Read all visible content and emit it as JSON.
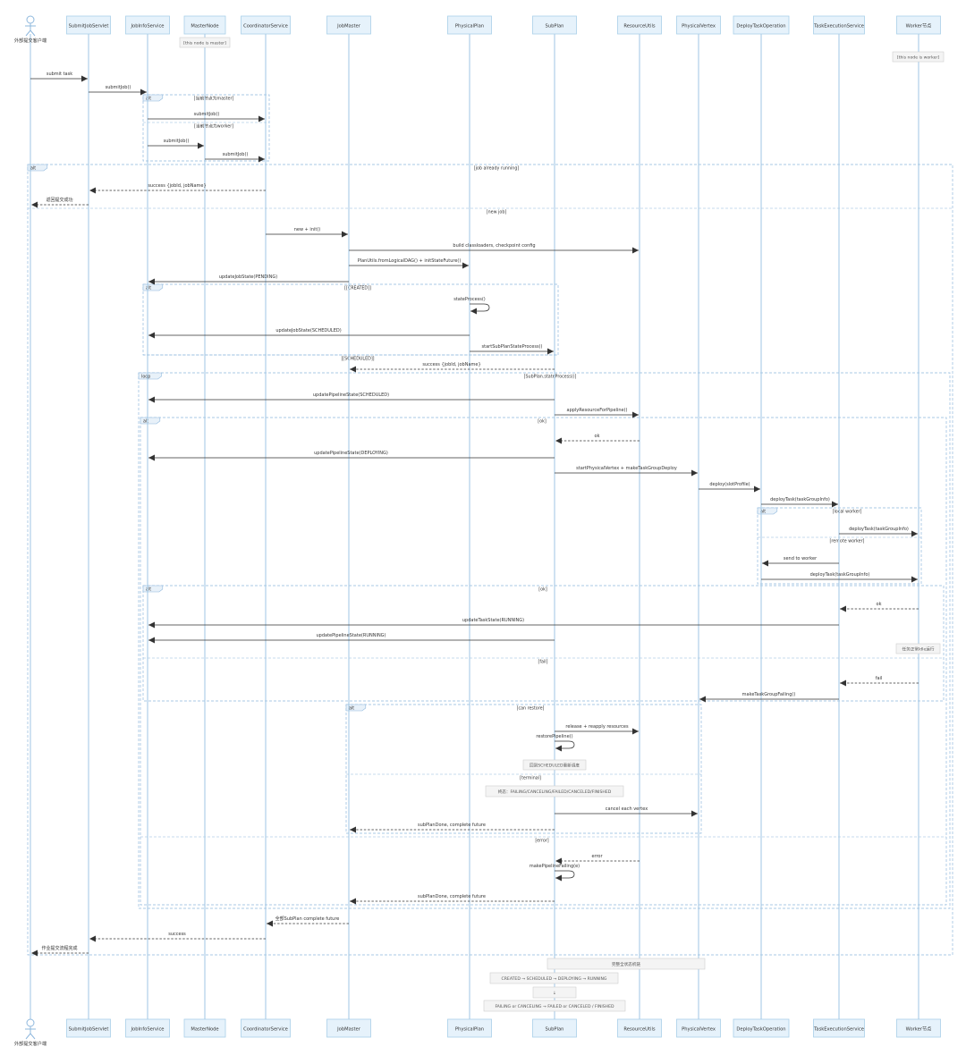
{
  "participants": [
    {
      "id": "client",
      "label": "外部提交客户端",
      "kind": "actor"
    },
    {
      "id": "servlet",
      "label": "SubmitJobServlet",
      "kind": "box"
    },
    {
      "id": "jobinfo",
      "label": "JobInfoService",
      "kind": "box"
    },
    {
      "id": "master",
      "label": "MasterNode",
      "kind": "box"
    },
    {
      "id": "coord",
      "label": "CoordinatorService",
      "kind": "box"
    },
    {
      "id": "jobmaster",
      "label": "JobMaster",
      "kind": "box"
    },
    {
      "id": "phys",
      "label": "PhysicalPlan",
      "kind": "box"
    },
    {
      "id": "subplan",
      "label": "SubPlan",
      "kind": "box"
    },
    {
      "id": "res",
      "label": "ResourceUtils",
      "kind": "box"
    },
    {
      "id": "vertex",
      "label": "PhysicalVertex",
      "kind": "box"
    },
    {
      "id": "deploy",
      "label": "DeployTaskOperation",
      "kind": "box"
    },
    {
      "id": "tes",
      "label": "TaskExecutionService",
      "kind": "box"
    },
    {
      "id": "worker",
      "label": "Worker节点",
      "kind": "box"
    }
  ],
  "notes": [
    {
      "id": "n_master",
      "text": "[this node is master]"
    },
    {
      "id": "n_worker",
      "text": "[this node is worker]"
    },
    {
      "id": "n_restore",
      "text": "回到SCHEDULED重新调度"
    },
    {
      "id": "n_terminal",
      "text": "终态：FAILING/CANCELING/FAILED/CANCELED/FINISHED"
    },
    {
      "id": "n_run",
      "text": "任务正常Idle运行"
    },
    {
      "id": "n_all",
      "text": "完整全状态机链"
    },
    {
      "id": "n_s1",
      "text": "CREATED → SCHEDULED → DEPLOYING → RUNNING"
    },
    {
      "id": "n_s2",
      "text": "↓"
    },
    {
      "id": "n_s3",
      "text": "FAILING or CANCELING → FAILED or CANCELED / FINISHED"
    }
  ],
  "fragments": [
    {
      "id": "f_alt1",
      "kind": "alt",
      "conds": [
        "[当前节点为master]",
        "[当前节点为worker]"
      ]
    },
    {
      "id": "f_alt2",
      "kind": "alt",
      "conds": [
        "[job already running]",
        "[new job]"
      ]
    },
    {
      "id": "f_alt3",
      "kind": "alt",
      "conds": [
        "[[CREATED]]",
        "[[SCHEDULED]]"
      ]
    },
    {
      "id": "f_loop",
      "kind": "loop",
      "conds": [
        "[SubPlan.stateProcess()]"
      ]
    },
    {
      "id": "f_alt4",
      "kind": "alt",
      "conds": [
        "[ok]",
        "[error]"
      ]
    },
    {
      "id": "f_alt5",
      "kind": "alt",
      "conds": [
        "[local worker]",
        "[remote worker]"
      ]
    },
    {
      "id": "f_alt6",
      "kind": "alt",
      "conds": [
        "[ok]",
        "[fail]"
      ]
    },
    {
      "id": "f_alt7",
      "kind": "alt",
      "conds": [
        "[can restore]",
        "[terminal]"
      ]
    }
  ],
  "messages": [
    {
      "id": "m1",
      "text": "submit task",
      "style": "solid"
    },
    {
      "id": "m2",
      "text": "submitJob()",
      "style": "solid"
    },
    {
      "id": "m3",
      "text": "submitJob()",
      "style": "solid"
    },
    {
      "id": "m4",
      "text": "submitJob()",
      "style": "solid"
    },
    {
      "id": "m5",
      "text": "submitJob()",
      "style": "solid"
    },
    {
      "id": "m6",
      "text": "success {jobId, jobName}",
      "style": "dashed"
    },
    {
      "id": "m7",
      "text": "返回提交成功",
      "style": "dashed"
    },
    {
      "id": "m8",
      "text": "new + init()",
      "style": "solid"
    },
    {
      "id": "m9",
      "text": "build classloaders, checkpoint config",
      "style": "solid"
    },
    {
      "id": "m10",
      "text": "PlanUtils.fromLogicalDAG() + initStateFuture()",
      "style": "solid"
    },
    {
      "id": "m11",
      "text": "updateJobState(PENDING)",
      "style": "solid"
    },
    {
      "id": "m12",
      "text": "stateProcess()",
      "style": "solid"
    },
    {
      "id": "m13",
      "text": "updateJobState(SCHEDULED)",
      "style": "solid"
    },
    {
      "id": "m14",
      "text": "startSubPlanStateProcess()",
      "style": "solid"
    },
    {
      "id": "m15",
      "text": "success {jobId, jobName}",
      "style": "dashed"
    },
    {
      "id": "m16",
      "text": "updatePipelineState(SCHEDULED)",
      "style": "solid"
    },
    {
      "id": "m17",
      "text": "applyResourceForPipeline()",
      "style": "solid"
    },
    {
      "id": "m18",
      "text": "ok",
      "style": "dashed"
    },
    {
      "id": "m19",
      "text": "updatePipelineState(DEPLOYING)",
      "style": "solid"
    },
    {
      "id": "m20",
      "text": "startPhysicalVertex + makeTaskGroupDeploy",
      "style": "solid"
    },
    {
      "id": "m21",
      "text": "deploy(slotProfile)",
      "style": "solid"
    },
    {
      "id": "m22",
      "text": "deployTask(taskGroupInfo)",
      "style": "solid"
    },
    {
      "id": "m23",
      "text": "deployTask(taskGroupInfo)",
      "style": "solid"
    },
    {
      "id": "m24",
      "text": "send to worker",
      "style": "solid"
    },
    {
      "id": "m25",
      "text": "deployTask(taskGroupInfo)",
      "style": "solid"
    },
    {
      "id": "m26",
      "text": "ok",
      "style": "dashed"
    },
    {
      "id": "m27",
      "text": "updateTaskState(RUNNING)",
      "style": "solid"
    },
    {
      "id": "m28",
      "text": "updatePipelineState(RUNNING)",
      "style": "solid"
    },
    {
      "id": "m29",
      "text": "fail",
      "style": "dashed"
    },
    {
      "id": "m30",
      "text": "makeTaskGroupFailing()",
      "style": "solid"
    },
    {
      "id": "m31",
      "text": "release + reapply resources",
      "style": "solid"
    },
    {
      "id": "m32",
      "text": "restorePipeline()",
      "style": "solid"
    },
    {
      "id": "m33",
      "text": "cancel each vertex",
      "style": "solid"
    },
    {
      "id": "m34",
      "text": "subPlanDone, complete future",
      "style": "dashed"
    },
    {
      "id": "m35",
      "text": "error",
      "style": "dashed"
    },
    {
      "id": "m36",
      "text": "makePipelineFailing(e)",
      "style": "solid"
    },
    {
      "id": "m37",
      "text": "subPlanDone, complete future",
      "style": "dashed"
    },
    {
      "id": "m38",
      "text": "全部SubPlan complete future",
      "style": "dashed"
    },
    {
      "id": "m39",
      "text": "success",
      "style": "dashed"
    },
    {
      "id": "m40",
      "text": "作业提交流程完成",
      "style": "dashed"
    }
  ],
  "colors": {
    "box_fill": "#e6f2fb",
    "box_stroke": "#a9cfe9",
    "lifeline": "#9fc6e4",
    "frame": "#8fb8dd",
    "arrow": "#333333",
    "text": "#333333",
    "note_fill": "#f4f4f4",
    "note_stroke": "#cfcfcf"
  }
}
